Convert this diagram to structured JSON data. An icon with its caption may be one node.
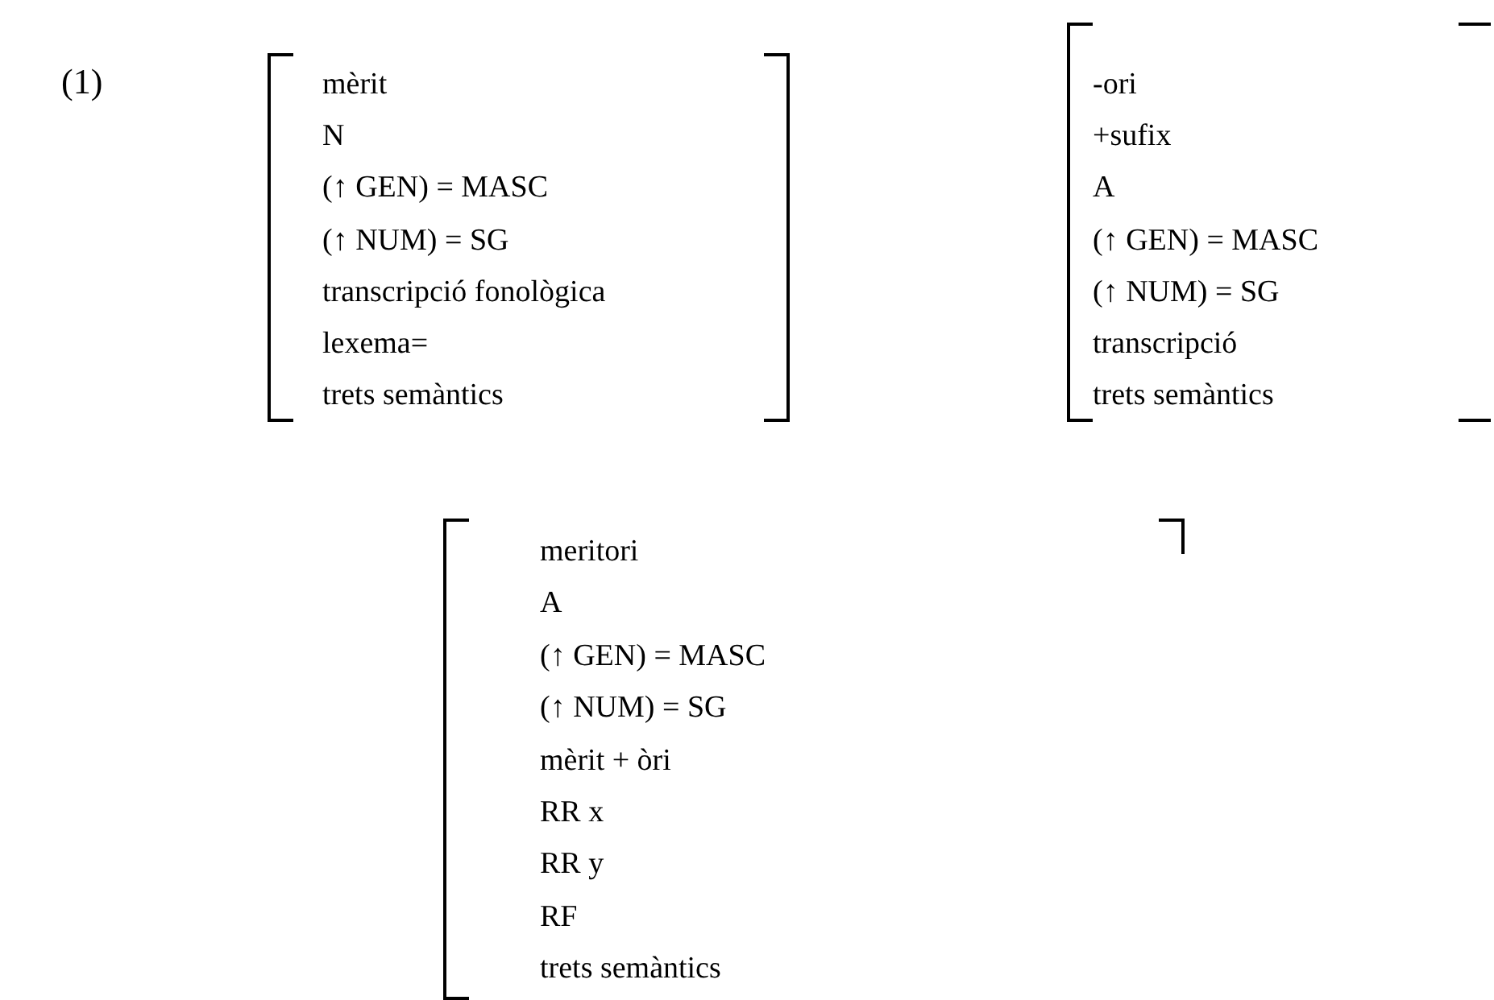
{
  "diagram": {
    "nodes": [
      {
        "text": [
          "mèrit",
          "N",
          "(↑ GEN) = MASC",
          "(↑ NUM) = SG",
          "transcripció fonològica",
          "lexema=",
          "trets semàntics"
        ]
      },
      {
        "text": [
          "-ori",
          "+sufix",
          "A",
          "(↑ GEN) = MASC",
          "(↑ NUM) = SG",
          "transcripció",
          "trets semàntics"
        ]
      },
      {
        "text": [
          "meritori",
          "A",
          "(↑ GEN) = MASC",
          "(↑ NUM) = SG",
          "mèrit + òri",
          "RR x",
          "RR y",
          "RF",
          "trets semàntics"
        ]
      }
    ],
    "edges": [],
    "labels": [
      "(1)"
    ]
  }
}
